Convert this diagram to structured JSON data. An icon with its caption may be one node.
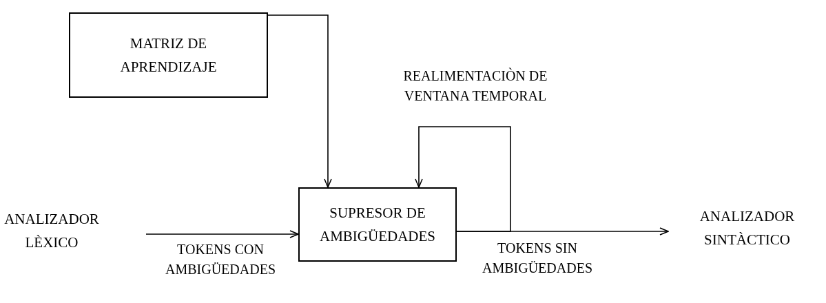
{
  "diagram": {
    "nodes": [
      {
        "text": [
          "MATRIZ DE APRENDIZAJE"
        ]
      },
      {
        "text": [
          "SUPRESOR DE AMBIGÜEDADES"
        ]
      },
      {
        "text": [
          "ANALIZADOR LÈXICO"
        ]
      },
      {
        "text": [
          "ANALIZADOR SINTÀCTICO"
        ]
      }
    ],
    "edges": [
      {
        "from": 0,
        "to": 1,
        "arrow": "to"
      },
      {
        "from": 1,
        "to": 1,
        "arrow": "to",
        "label": "REALIMENTACIÒN DE VENTANA TEMPORAL"
      },
      {
        "from": 2,
        "to": 1,
        "arrow": "to",
        "label": "TOKENS CON AMBIGÜEDADES"
      },
      {
        "from": 1,
        "to": 3,
        "arrow": "to",
        "label": "TOKENS SIN AMBIGÜEDADES"
      }
    ]
  }
}
